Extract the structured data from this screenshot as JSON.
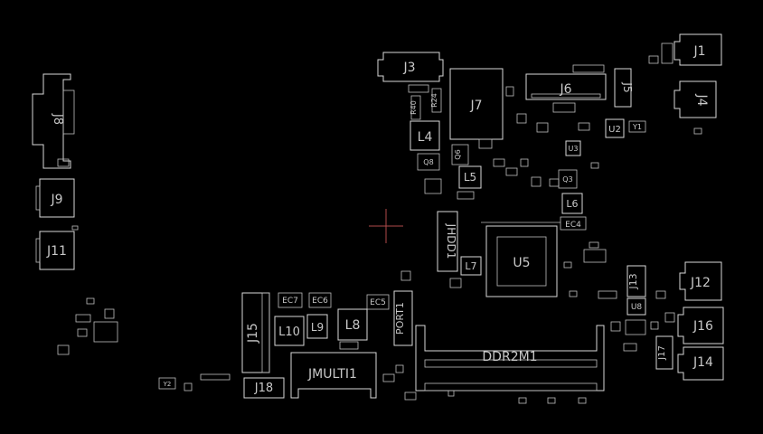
{
  "labels": {
    "J1": "J1",
    "J4": "J4",
    "J3": "J3",
    "J6": "J6",
    "J5": "J5",
    "J7": "J7",
    "L4": "L4",
    "L5": "L5",
    "L6": "L6",
    "L7": "L7",
    "L8": "L8",
    "L9": "L9",
    "L10": "L10",
    "U2": "U2",
    "U3": "U3",
    "U5": "U5",
    "U8": "U8",
    "J8": "J8",
    "J9": "J9",
    "J11": "J11",
    "J12": "J12",
    "J13": "J13",
    "J14": "J14",
    "J15": "J15",
    "J16": "J16",
    "J17": "J17",
    "J18": "J18",
    "JHDD1": "JHDD1",
    "PORT1": "PORT1",
    "DDR2M1": "DDR2M1",
    "JMULTI1": "JMULTI1",
    "EC4": "EC4",
    "EC5": "EC5",
    "EC6": "EC6",
    "EC7": "EC7",
    "Q6": "Q6",
    "Q8": "Q8",
    "Q3": "Q3",
    "Y1": "Y1",
    "Y2": "Y2",
    "R40": "R40",
    "R24": "R24"
  },
  "colors": {
    "background": "#000000",
    "outline": "#d8d8d8",
    "cursor": "#b04a4a"
  }
}
